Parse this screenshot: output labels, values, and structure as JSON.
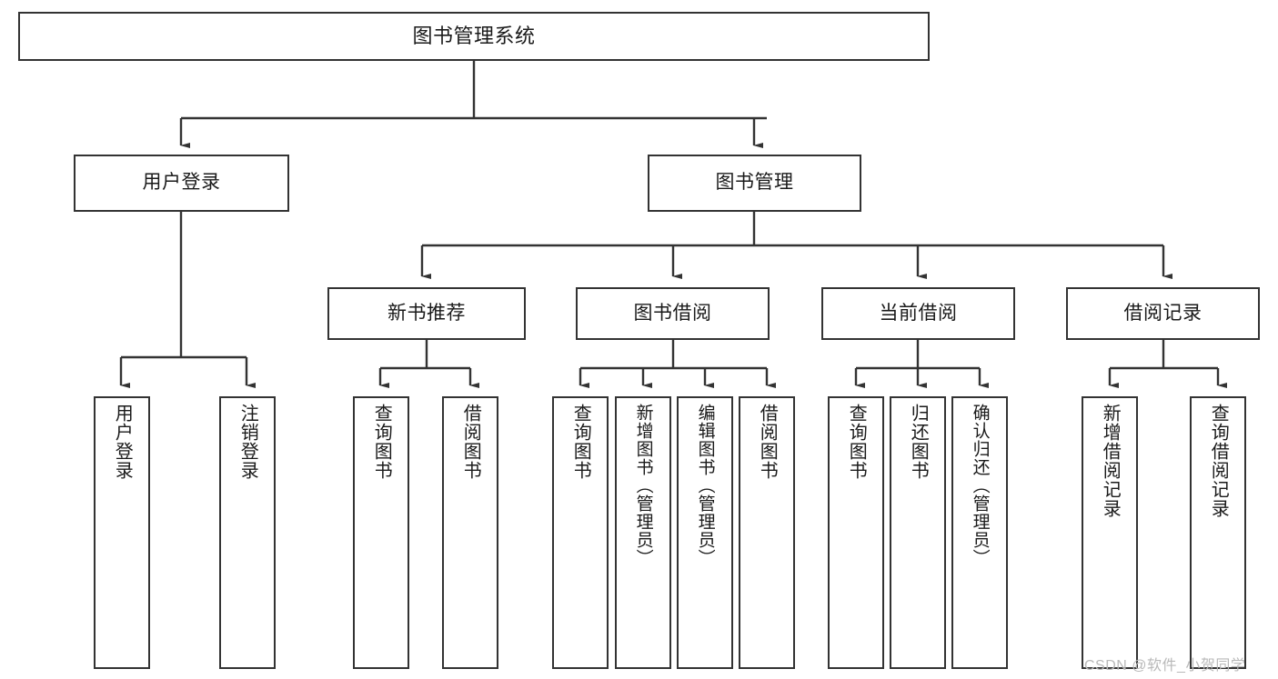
{
  "diagram": {
    "title": "图书管理系统",
    "type": "hierarchy-tree",
    "root": {
      "label": "图书管理系统"
    },
    "level2": [
      {
        "label": "用户登录"
      },
      {
        "label": "图书管理"
      }
    ],
    "level3": [
      {
        "label": "新书推荐"
      },
      {
        "label": "图书借阅"
      },
      {
        "label": "当前借阅"
      },
      {
        "label": "借阅记录"
      }
    ],
    "leaves": {
      "user_login": [
        {
          "label": "用户登录"
        },
        {
          "label": "注销登录"
        }
      ],
      "new_book_recommend": [
        {
          "label": "查询图书"
        },
        {
          "label": "借阅图书"
        }
      ],
      "book_borrow": [
        {
          "label": "查询图书"
        },
        {
          "label": "新增图书（管理员）"
        },
        {
          "label": "编辑图书（管理员）"
        },
        {
          "label": "借阅图书"
        }
      ],
      "current_borrow": [
        {
          "label": "查询图书"
        },
        {
          "label": "归还图书"
        },
        {
          "label": "确认归还（管理员）"
        }
      ],
      "borrow_record": [
        {
          "label": "新增借阅记录"
        },
        {
          "label": "查询借阅记录"
        }
      ]
    }
  },
  "watermark": {
    "text": "CSDN @软件_小贺同学"
  },
  "colors": {
    "background": "#ffffff",
    "box_border": "#333333",
    "box_fill": "#ffffff",
    "text": "#1a1a1a",
    "connector": "#333333",
    "watermark": "#b9b9b9"
  }
}
